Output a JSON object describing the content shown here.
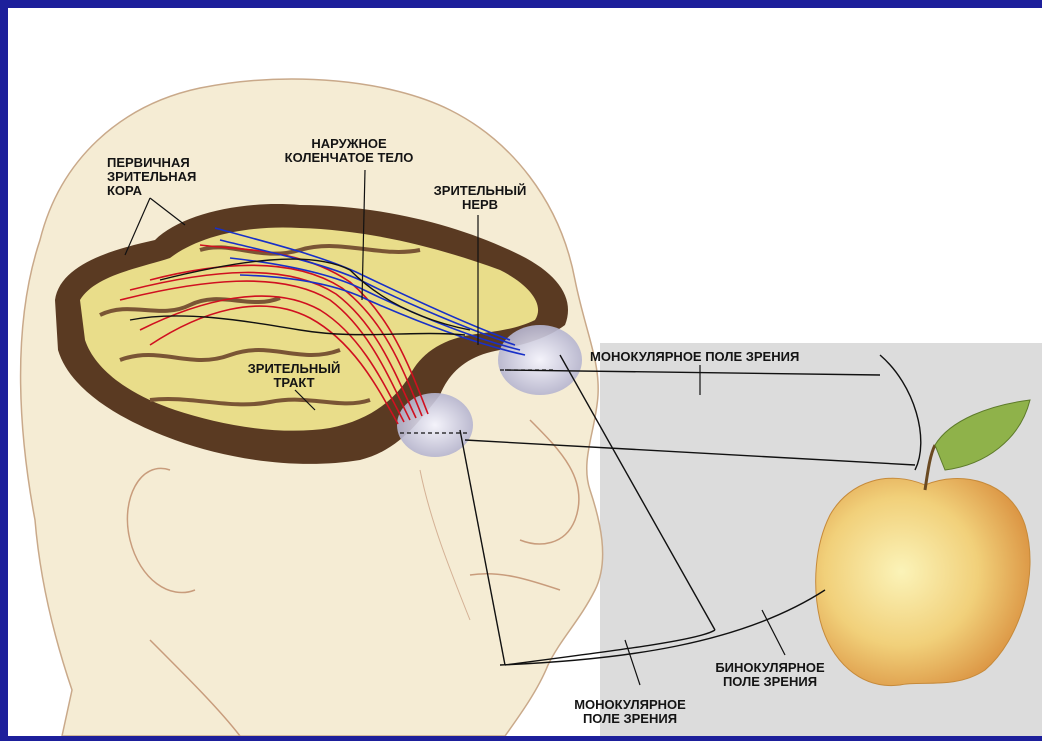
{
  "labels": {
    "primary_visual_cortex": "ПЕРВИЧНАЯ\nЗРИТЕЛЬНАЯ\nКОРА",
    "lateral_geniculate_body": "НАРУЖНОЕ\nКОЛЕНЧАТОЕ ТЕЛО",
    "optic_nerve": "ЗРИТЕЛЬНЫЙ\nНЕРВ",
    "optic_tract": "ЗРИТЕЛЬНЫЙ\nТРАКТ",
    "monocular_field_top": "МОНОКУЛЯРНОЕ ПОЛЕ ЗРЕНИЯ",
    "binocular_field": "БИНОКУЛЯРНОЕ\nПОЛЕ ЗРЕНИЯ",
    "monocular_field_bottom": "МОНОКУЛЯРНОЕ\nПОЛЕ ЗРЕНИЯ"
  },
  "colors": {
    "frame": "#1d1f9b",
    "panel": "#dcdcdc",
    "brain_outer": "#5a3a22",
    "brain_inner": "#e9dd8a",
    "left_pathway": "#d01020",
    "right_pathway": "#1830c8",
    "apple": "#f0c65a",
    "leaf": "#8fb24a"
  }
}
